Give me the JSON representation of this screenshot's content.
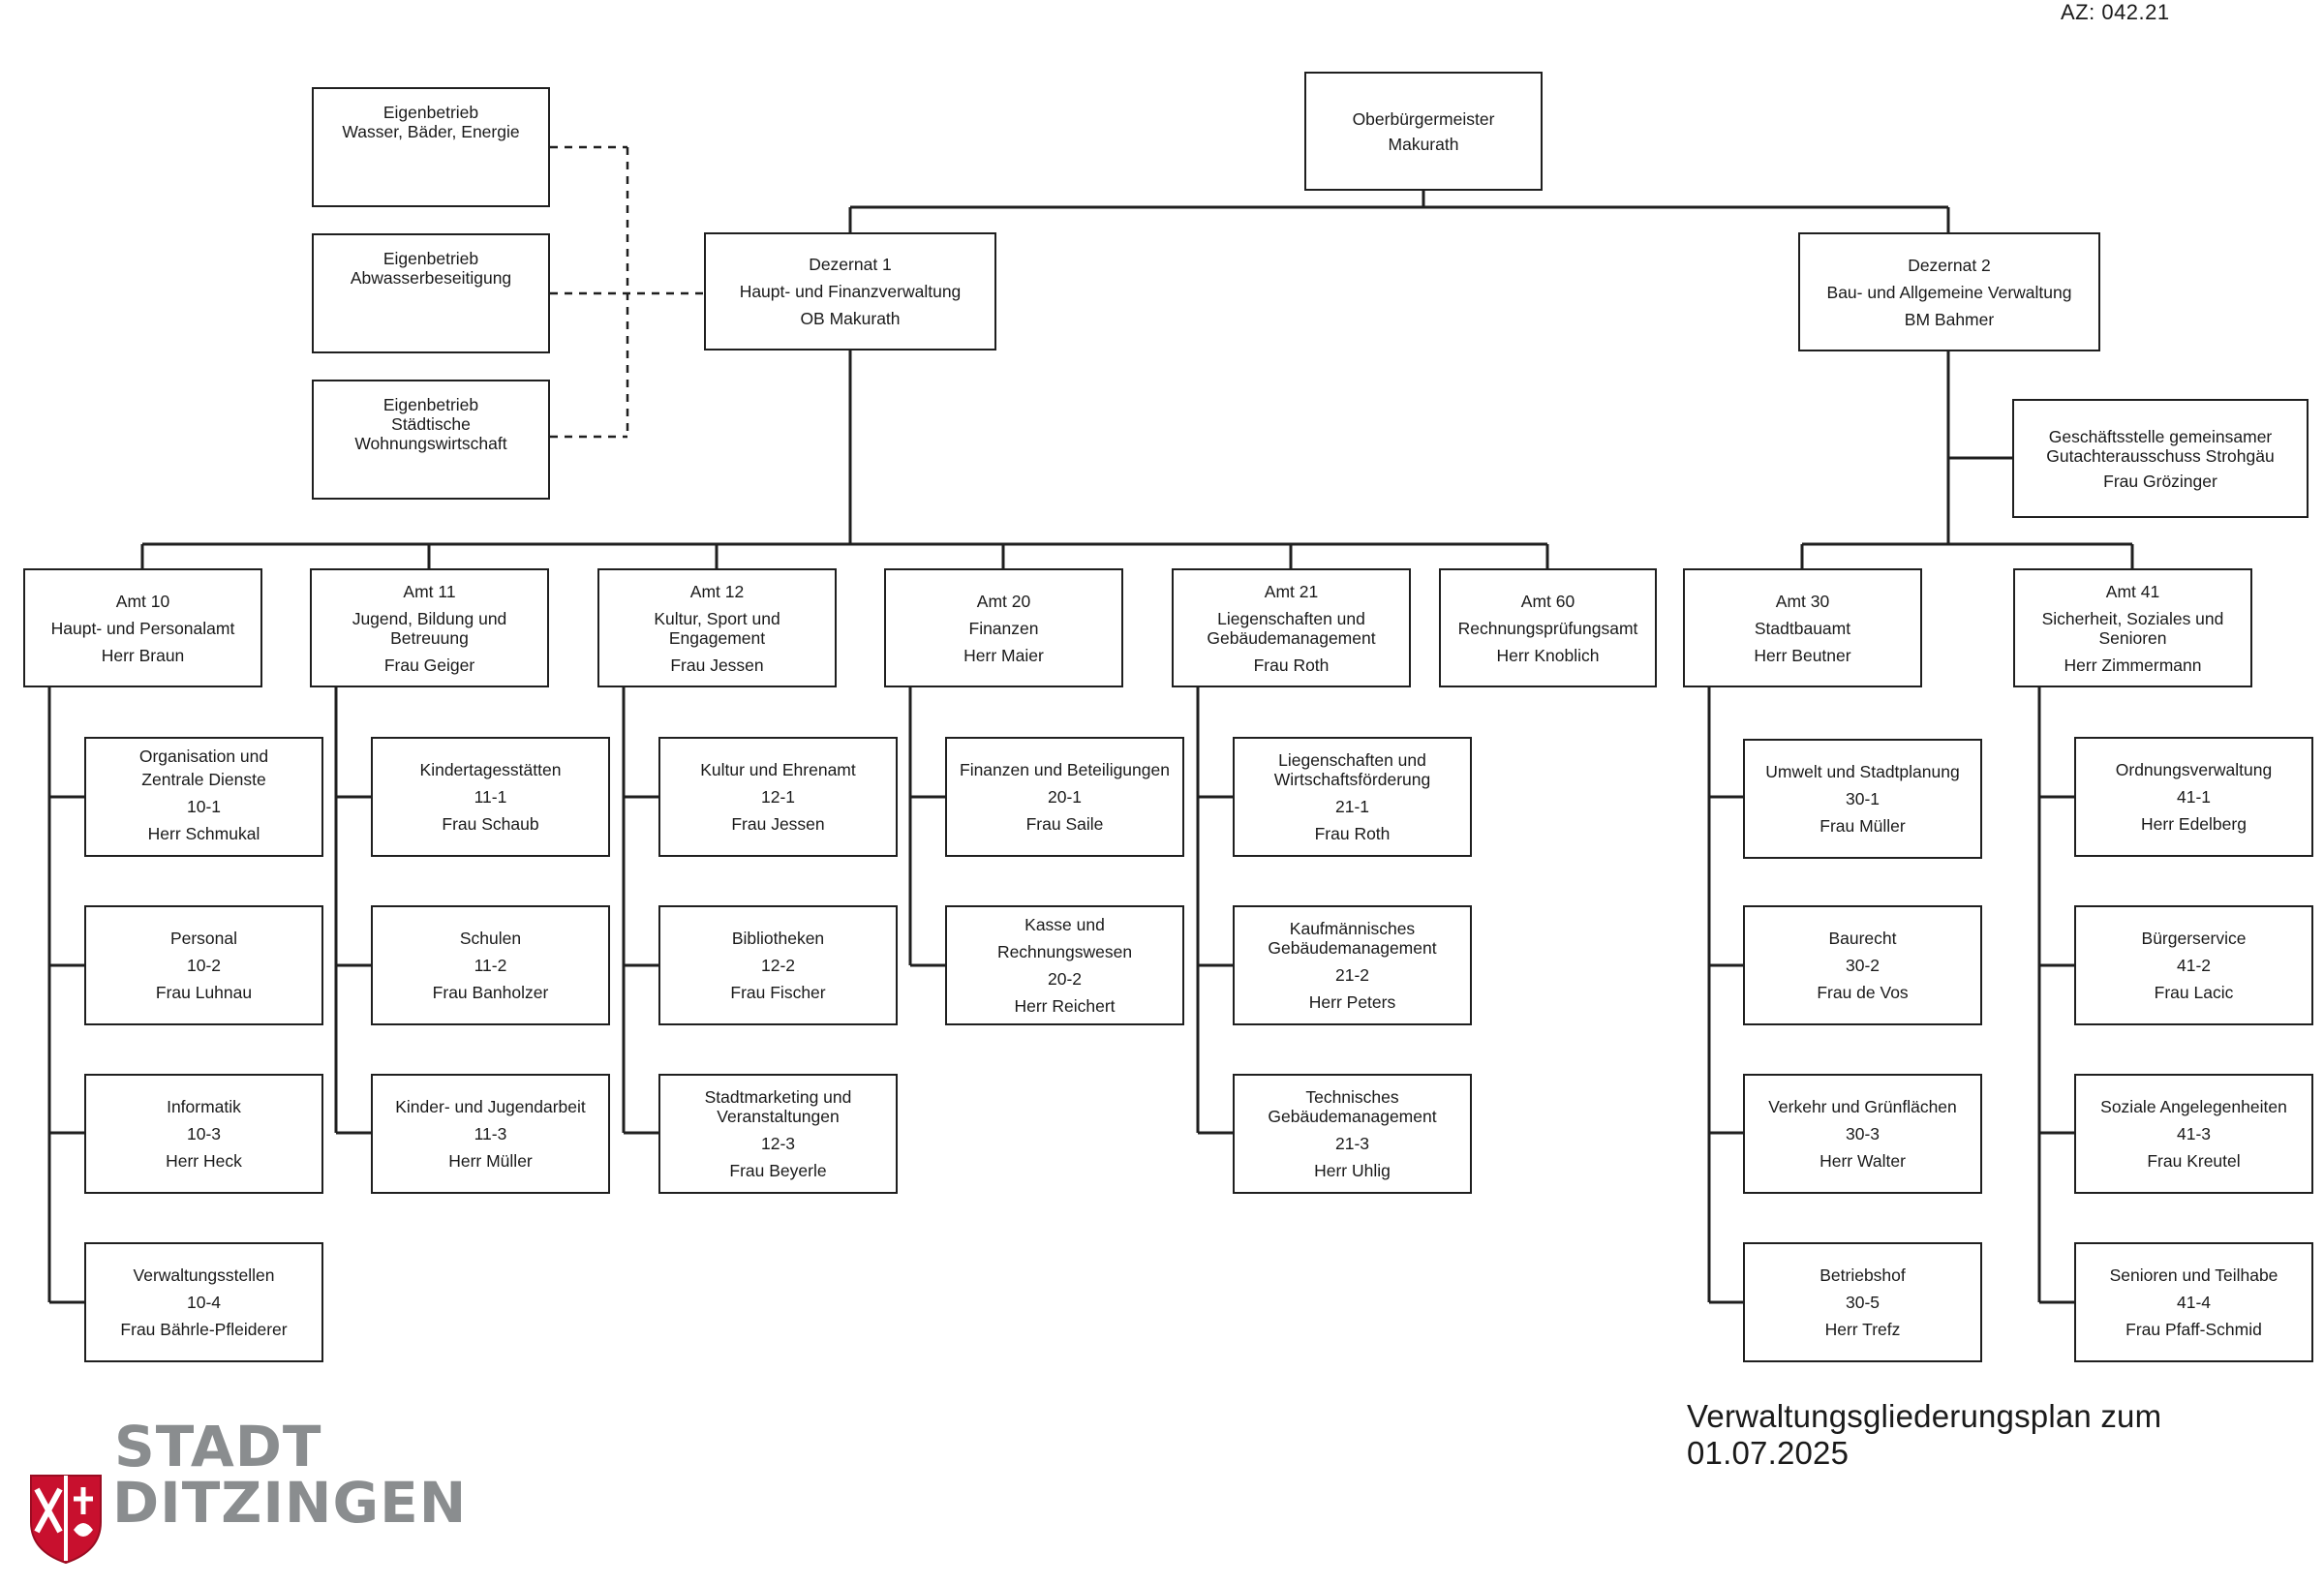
{
  "az": "AZ: 042.21",
  "footer": "Verwaltungsgliederungsplan zum 01.07.2025",
  "logo": {
    "line1": "STADT",
    "line2": "DITZINGEN",
    "accent": "#c8102e"
  },
  "top": {
    "title": "Oberbürgermeister",
    "name": "Makurath"
  },
  "eigenbetriebe": [
    {
      "l1": "Eigenbetrieb",
      "l2": "Wasser, Bäder, Energie"
    },
    {
      "l1": "Eigenbetrieb",
      "l2": "Abwasserbeseitigung"
    },
    {
      "l1": "Eigenbetrieb",
      "l2": "Städtische",
      "l3": "Wohnungswirtschaft"
    }
  ],
  "dezernat1": {
    "l1": "Dezernat 1",
    "l2": "Haupt- und Finanzverwaltung",
    "l3": "OB Makurath"
  },
  "dezernat2": {
    "l1": "Dezernat 2",
    "l2": "Bau- und Allgemeine Verwaltung",
    "l3": "BM Bahmer"
  },
  "gutachter": {
    "l1": "Geschäftsstelle gemeinsamer",
    "l2": "Gutachterausschuss Strohgäu",
    "l3": "Frau Grözinger"
  },
  "aemter": [
    {
      "l1": "Amt 10",
      "l2": "Haupt- und Personalamt",
      "l3": "Herr Braun"
    },
    {
      "l1": "Amt 11",
      "l2": "Jugend, Bildung und",
      "l2b": "Betreuung",
      "l3": "Frau Geiger"
    },
    {
      "l1": "Amt 12",
      "l2": "Kultur, Sport und",
      "l2b": "Engagement",
      "l3": "Frau Jessen"
    },
    {
      "l1": "Amt 20",
      "l2": "Finanzen",
      "l3": "Herr Maier"
    },
    {
      "l1": "Amt 21",
      "l2": "Liegenschaften und",
      "l2b": "Gebäudemanagement",
      "l3": "Frau Roth"
    },
    {
      "l1": "Amt 60",
      "l2": "Rechnungsprüfungsamt",
      "l3": "Herr Knoblich"
    },
    {
      "l1": "Amt 30",
      "l2": "Stadtbauamt",
      "l3": "Herr Beutner"
    },
    {
      "l1": "Amt 41",
      "l2": "Sicherheit, Soziales und",
      "l2b": "Senioren",
      "l3": "Herr Zimmermann"
    }
  ],
  "sub10": [
    {
      "l1": "Organisation und",
      "l1b": "Zentrale Dienste",
      "code": "10-1",
      "name": "Herr Schmukal"
    },
    {
      "l1": "Personal",
      "code": "10-2",
      "name": "Frau Luhnau"
    },
    {
      "l1": "Informatik",
      "code": "10-3",
      "name": "Herr Heck"
    },
    {
      "l1": "Verwaltungsstellen",
      "code": "10-4",
      "name": "Frau Bährle-Pfleiderer"
    }
  ],
  "sub11": [
    {
      "l1": "Kindertagesstätten",
      "code": "11-1",
      "name": "Frau Schaub"
    },
    {
      "l1": "Schulen",
      "code": "11-2",
      "name": "Frau Banholzer"
    },
    {
      "l1": "Kinder- und Jugendarbeit",
      "code": "11-3",
      "name": "Herr Müller"
    }
  ],
  "sub12": [
    {
      "l1": "Kultur und Ehrenamt",
      "code": "12-1",
      "name": "Frau Jessen"
    },
    {
      "l1": "Bibliotheken",
      "code": "12-2",
      "name": "Frau Fischer"
    },
    {
      "l1": "Stadtmarketing und",
      "l1b": "Veranstaltungen",
      "code": "12-3",
      "name": "Frau Beyerle"
    }
  ],
  "sub20": [
    {
      "l1": "Finanzen und Beteiligungen",
      "code": "20-1",
      "name": "Frau Saile"
    },
    {
      "l1": "Kasse und",
      "l1b": "Rechnungswesen",
      "code": "20-2",
      "name": "Herr Reichert"
    }
  ],
  "sub21": [
    {
      "l1": "Liegenschaften und",
      "l1b": "Wirtschaftsförderung",
      "code": "21-1",
      "name": "Frau Roth"
    },
    {
      "l1": "Kaufmännisches",
      "l1b": "Gebäudemanagement",
      "code": "21-2",
      "name": "Herr Peters"
    },
    {
      "l1": "Technisches",
      "l1b": "Gebäudemanagement",
      "code": "21-3",
      "name": "Herr Uhlig"
    }
  ],
  "sub30": [
    {
      "l1": "Umwelt und Stadtplanung",
      "code": "30-1",
      "name": "Frau Müller"
    },
    {
      "l1": "Baurecht",
      "code": "30-2",
      "name": "Frau de Vos"
    },
    {
      "l1": "Verkehr und Grünflächen",
      "code": "30-3",
      "name": "Herr Walter"
    },
    {
      "l1": "Betriebshof",
      "code": "30-5",
      "name": "Herr Trefz"
    }
  ],
  "sub41": [
    {
      "l1": "Ordnungsverwaltung",
      "code": "41-1",
      "name": "Herr Edelberg"
    },
    {
      "l1": "Bürgerservice",
      "code": "41-2",
      "name": "Frau Lacic"
    },
    {
      "l1": "Soziale Angelegenheiten",
      "code": "41-3",
      "name": "Frau Kreutel"
    },
    {
      "l1": "Senioren und Teilhabe",
      "code": "41-4",
      "name": "Frau Pfaff-Schmid"
    }
  ]
}
